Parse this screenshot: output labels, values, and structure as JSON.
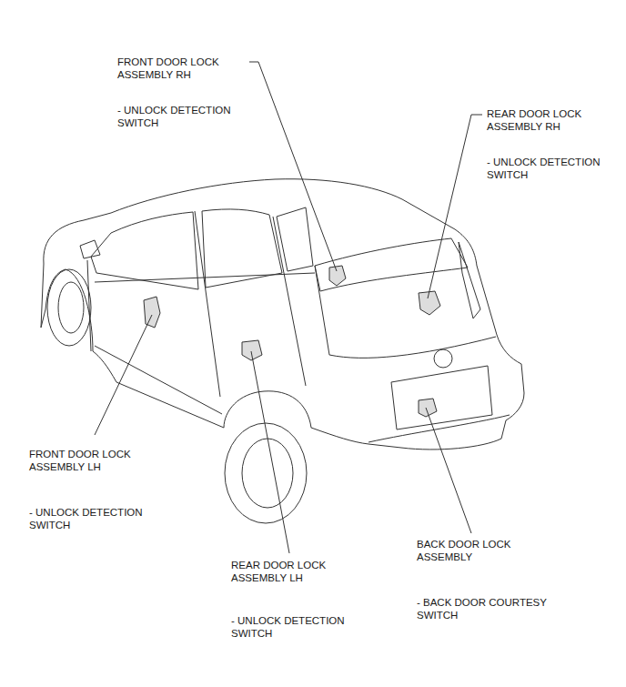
{
  "diagram": {
    "labels": [
      "FRONT DOOR LOCK ASSEMBLY RH",
      "- UNLOCK DETECTION SWITCH",
      "REAR DOOR LOCK ASSEMBLY RH",
      "- UNLOCK DETECTION SWITCH",
      "FRONT DOOR LOCK ASSEMBLY LH",
      "- UNLOCK DETECTION SWITCH",
      "REAR DOOR LOCK ASSEMBLY LH",
      "- UNLOCK DETECTION SWITCH",
      "BACK DOOR LOCK ASSEMBLY",
      "- BACK DOOR COURTESY SWITCH"
    ]
  }
}
